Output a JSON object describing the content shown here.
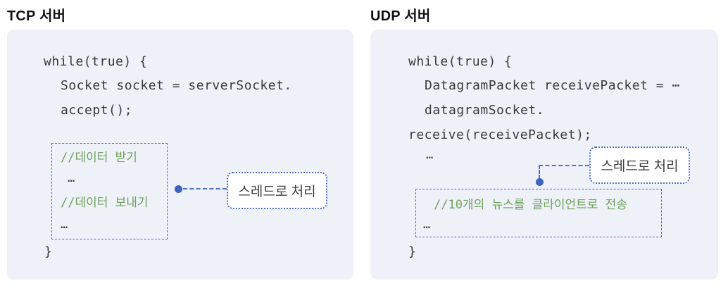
{
  "left_panel": {
    "title": "TCP 서버",
    "code": {
      "line1": "while(true) {",
      "line2": "Socket socket = serverSocket.",
      "line3": "accept();",
      "closing_brace": "}"
    },
    "comment_box": {
      "comment1": "//데이터 받기",
      "ellipsis1": "…",
      "comment2": "//데이터 보내기",
      "ellipsis2": "…"
    },
    "callout_label": "스레드로 처리"
  },
  "right_panel": {
    "title": "UDP 서버",
    "code": {
      "line1": "while(true) {",
      "line2": "DatagramPacket receivePacket = ⋯",
      "line3": "datagramSocket.",
      "line4": "receive(receivePacket);",
      "ellipsis_after": "…",
      "closing_brace": "}"
    },
    "comment_box": {
      "comment1": "//10개의 뉴스를 클라이언트로 전송",
      "ellipsis1": "…"
    },
    "callout_label": "스레드로 처리"
  },
  "colors": {
    "panel_bg": "#eef1f8",
    "accent_blue": "#4a6fc7",
    "dot_blue": "#3d63bd",
    "comment_green": "#6ea25c",
    "code_text": "#3a3a3a"
  }
}
